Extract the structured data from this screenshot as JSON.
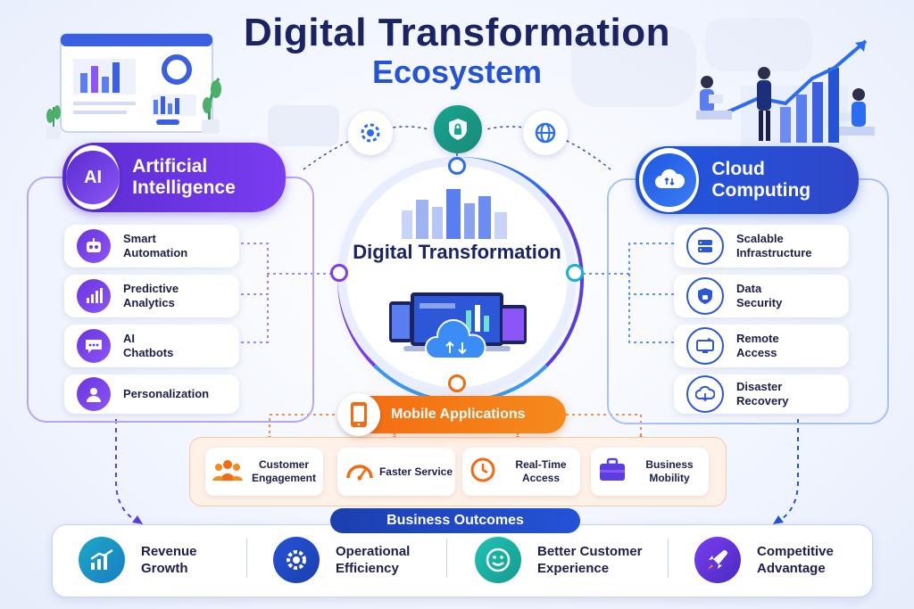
{
  "title": {
    "line1": "Digital Transformation",
    "line2": "Ecosystem"
  },
  "center": {
    "title": "Digital Transformation"
  },
  "ai": {
    "header": "Artificial Intelligence",
    "badge": "AI",
    "items": [
      {
        "label": "Smart Automation",
        "icon": "robot-icon"
      },
      {
        "label": "Predictive Analytics",
        "icon": "bar-chart-icon"
      },
      {
        "label": "AI Chatbots",
        "icon": "chat-icon"
      },
      {
        "label": "Personalization",
        "icon": "user-icon"
      }
    ]
  },
  "cloud": {
    "header": "Cloud Computing",
    "items": [
      {
        "label": "Scalable Infrastructure",
        "icon": "server-icon"
      },
      {
        "label": "Data Security",
        "icon": "lock-icon"
      },
      {
        "label": "Remote Access",
        "icon": "monitor-wifi-icon"
      },
      {
        "label": "Disaster Recovery",
        "icon": "cloud-download-icon"
      }
    ]
  },
  "mobile": {
    "header": "Mobile Applications",
    "items": [
      {
        "label": "Customer Engagement",
        "icon": "people-icon"
      },
      {
        "label": "Faster Service",
        "icon": "speedometer-icon"
      },
      {
        "label": "Real-Time Access",
        "icon": "clock-icon"
      },
      {
        "label": "Business Mobility",
        "icon": "briefcase-icon"
      }
    ]
  },
  "outcomes": {
    "header": "Business Outcomes",
    "items": [
      {
        "label": "Revenue Growth",
        "icon": "growth-chart-icon"
      },
      {
        "label": "Operational Efficiency",
        "icon": "gear-icon"
      },
      {
        "label": "Better Customer Experience",
        "icon": "smile-icon"
      },
      {
        "label": "Competitive Advantage",
        "icon": "rocket-icon"
      }
    ]
  },
  "colors": {
    "ai": "#6a34e0",
    "cloud": "#2453d6",
    "mobile": "#f36a10",
    "navy": "#1b2463"
  }
}
